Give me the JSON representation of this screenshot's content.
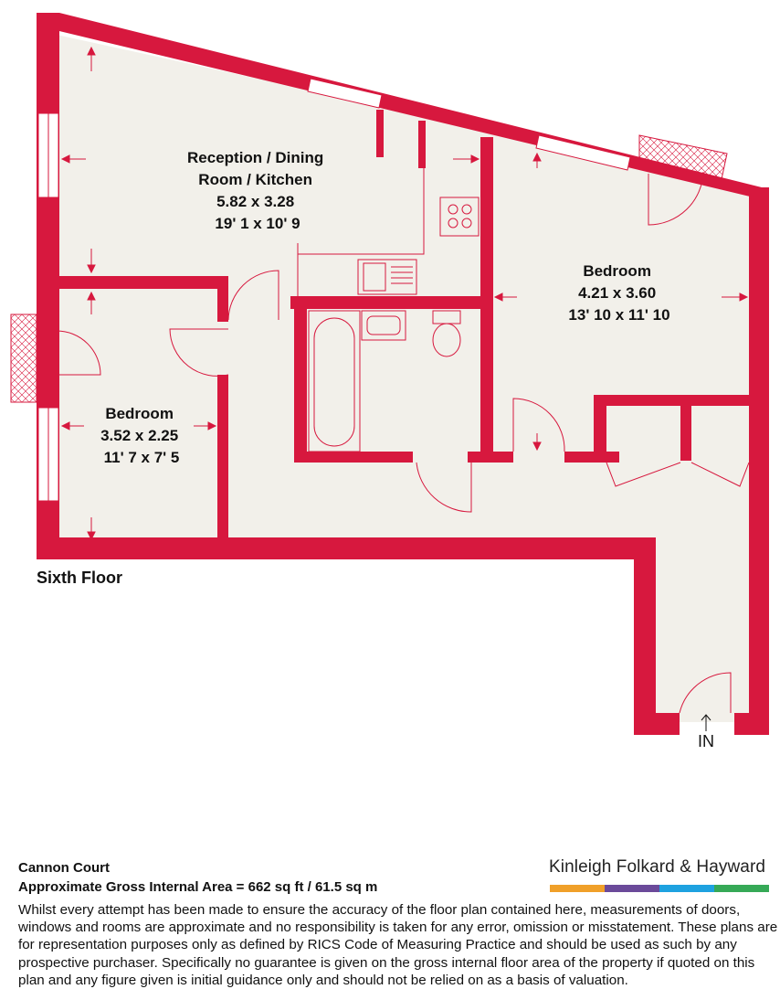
{
  "plan": {
    "floor_label": "Sixth Floor",
    "entrance_label": "IN",
    "wall_color": "#d7183e",
    "floor_color": "#f2f0ea",
    "rooms": [
      {
        "id": "reception",
        "lines": [
          "Reception / Dining",
          "Room / Kitchen",
          "5.82 x 3.28",
          "19' 1 x 10' 9"
        ]
      },
      {
        "id": "bedroom-1",
        "lines": [
          "Bedroom",
          "4.21 x 3.60",
          "13' 10 x 11' 10"
        ]
      },
      {
        "id": "bedroom-2",
        "lines": [
          "Bedroom",
          "3.52 x 2.25",
          "11' 7 x 7' 5"
        ]
      }
    ]
  },
  "footer": {
    "property_name": "Cannon Court",
    "gross_area": "Approximate Gross Internal Area = 662 sq ft / 61.5 sq m",
    "disclaimer": "Whilst every attempt has been made to ensure the accuracy of the floor plan contained here, measurements of doors, windows and rooms are approximate and no responsibility is taken for any error, omission or misstatement. These plans are for representation purposes only as defined by RICS Code of Measuring Practice and should be used as such by any prospective purchaser. Specifically no guarantee is given on the gross internal floor area of the property if quoted on this plan and any figure given is initial guidance only and should not be relied on as a basis of valuation."
  },
  "brand": {
    "name": "Kinleigh Folkard & Hayward",
    "bar_colors": [
      "#f0a029",
      "#6b4a9a",
      "#1ea2e0",
      "#36a957"
    ]
  }
}
